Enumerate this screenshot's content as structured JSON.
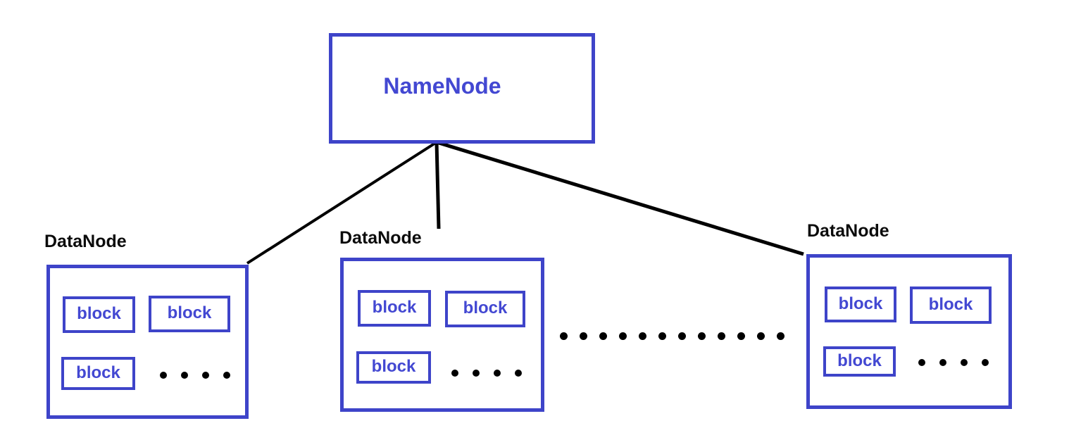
{
  "diagram": {
    "namenode": {
      "label": "NameNode"
    },
    "datanodes": [
      {
        "label": "DataNode",
        "blocks": [
          "block",
          "block",
          "block"
        ],
        "more_blocks_dots": 4
      },
      {
        "label": "DataNode",
        "blocks": [
          "block",
          "block",
          "block"
        ],
        "more_blocks_dots": 4
      },
      {
        "label": "DataNode",
        "blocks": [
          "block",
          "block",
          "block"
        ],
        "more_blocks_dots": 4
      }
    ],
    "separator": {
      "dots": 12
    },
    "colors": {
      "box_border": "#3e44c9",
      "node_text": "#4348d2",
      "label_text": "#0b0b0b",
      "connector": "#000000",
      "background": "#ffffff"
    }
  }
}
